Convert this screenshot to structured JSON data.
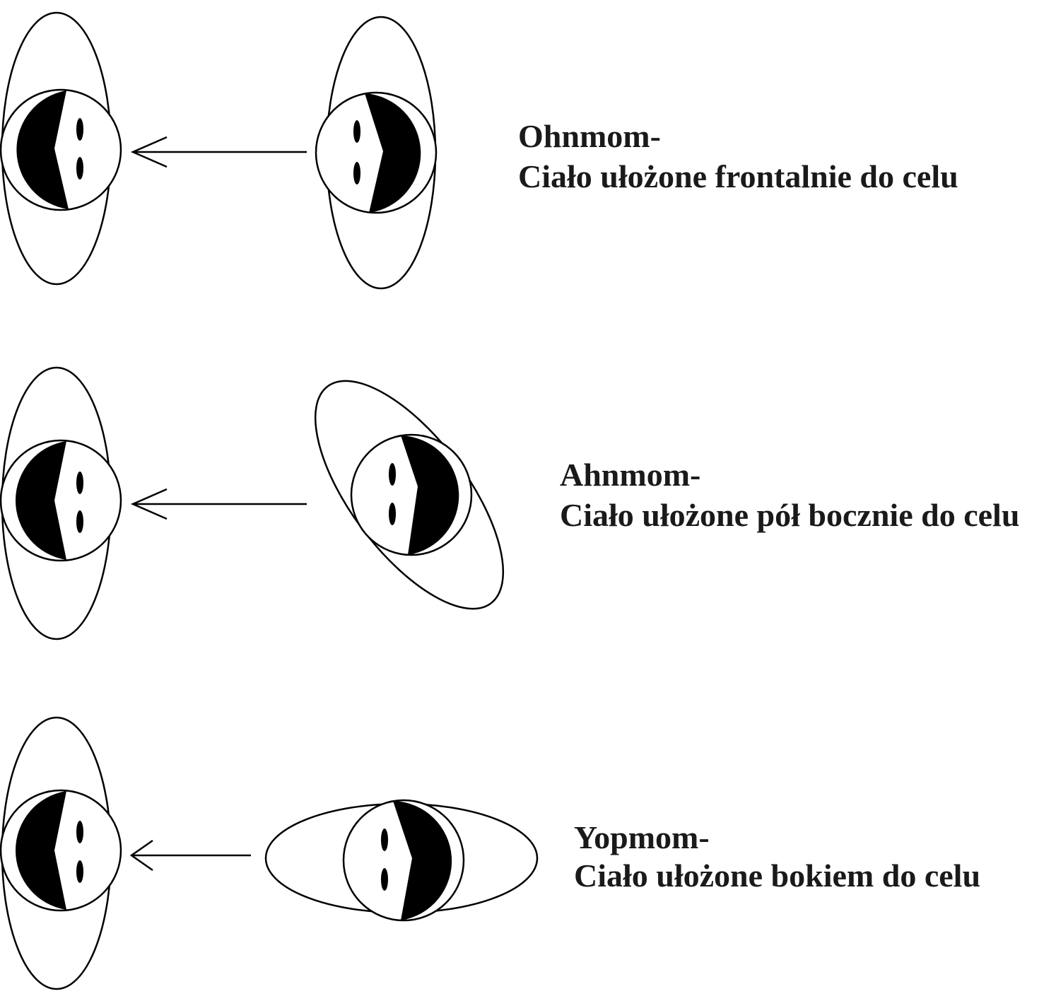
{
  "colors": {
    "background": "#ffffff",
    "stroke": "#000000",
    "text": "#1a1a1a"
  },
  "stances": [
    {
      "name": "Ohnmom-",
      "description": "Ciało ułożone frontalnie do celu"
    },
    {
      "name": "Ahnmom-",
      "description": "Ciało ułożone pół bocznie do celu"
    },
    {
      "name": "Yopmom-",
      "description": "Ciało ułożone bokiem do celu"
    }
  ]
}
